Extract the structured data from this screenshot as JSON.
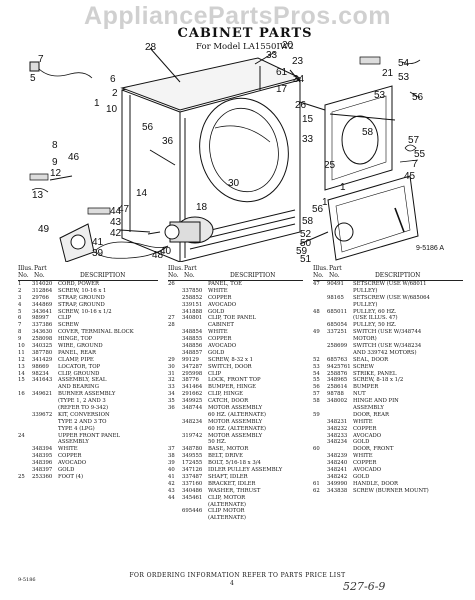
{
  "watermark": "AppliancePartsPros.com",
  "title": "CABINET PARTS",
  "subtitle": "For Model LA1550IW2",
  "diagram": {
    "callouts": [
      "28",
      "20",
      "33",
      "23",
      "7",
      "61",
      "5",
      "17",
      "54",
      "21",
      "34",
      "53",
      "53",
      "6",
      "56",
      "1",
      "2",
      "10",
      "26",
      "15",
      "36",
      "58",
      "33",
      "57",
      "8",
      "55",
      "9",
      "12",
      "7",
      "45",
      "13",
      "25",
      "44",
      "43",
      "42",
      "30",
      "14",
      "18",
      "47",
      "1",
      "1",
      "49",
      "56",
      "58",
      "59",
      "52",
      "50",
      "51",
      "41",
      "39",
      "48",
      "46",
      "40",
      "56"
    ],
    "ref": "9-5186 A"
  },
  "parts_table": {
    "headers": {
      "illus": "Illus.",
      "no": "No.",
      "part": "Part",
      "part_no": "No.",
      "description": "DESCRIPTION"
    },
    "columns": [
      [
        {
          "no": "1",
          "pn": "314020",
          "desc": "CORD, POWER"
        },
        {
          "no": "2",
          "pn": "312864",
          "desc": "SCREW, 10-16 x 1"
        },
        {
          "no": "3",
          "pn": "29766",
          "desc": "STRAP, GROUND"
        },
        {
          "no": "4",
          "pn": "344869",
          "desc": "STRAP, GROUND"
        },
        {
          "no": "5",
          "pn": "343641",
          "desc": "SCREW, 10-16 x 1/2"
        },
        {
          "no": "6",
          "pn": "98997",
          "desc": "CLIP"
        },
        {
          "no": "7",
          "pn": "337386",
          "desc": "SCREW"
        },
        {
          "no": "8",
          "pn": "343630",
          "desc": "COVER, TERMINAL BLOCK"
        },
        {
          "no": "9",
          "pn": "258098",
          "desc": "HINGE, TOP"
        },
        {
          "no": "10",
          "pn": "340325",
          "desc": "WIRE, GROUND"
        },
        {
          "no": "11",
          "pn": "387780",
          "desc": "PANEL, REAR"
        },
        {
          "no": "12",
          "pn": "341429",
          "desc": "CLAMP, PIPE"
        },
        {
          "no": "13",
          "pn": "98669",
          "desc": "LOCATOR, TOP"
        },
        {
          "no": "14",
          "pn": "98234",
          "desc": "CLIP, GROUND"
        },
        {
          "no": "15",
          "pn": "341643",
          "desc": "ASSEMBLY, SEAL"
        },
        {
          "no": "",
          "pn": "",
          "desc": "AND BEARING"
        },
        {
          "no": "16",
          "pn": "349621",
          "desc": "BURNER ASSEMBLY"
        },
        {
          "no": "",
          "pn": "",
          "desc": "(TYPE 1, 2 AND 3"
        },
        {
          "no": "",
          "pn": "",
          "desc": "(REFER TO 9-342)"
        },
        {
          "no": "",
          "pn": "339672",
          "desc": "KIT, CONVERSION"
        },
        {
          "no": "",
          "pn": "",
          "desc": "TYPE 2 AND 3 TO"
        },
        {
          "no": "",
          "pn": "",
          "desc": "TYPE 4 (LPG)"
        },
        {
          "no": "24",
          "pn": "",
          "desc": "UPPER FRONT PANEL"
        },
        {
          "no": "",
          "pn": "",
          "desc": "ASSEMBLY"
        },
        {
          "no": "",
          "pn": "348394",
          "desc": "WHITE"
        },
        {
          "no": "",
          "pn": "348395",
          "desc": "COPPER"
        },
        {
          "no": "",
          "pn": "348396",
          "desc": "AVOCADO"
        },
        {
          "no": "",
          "pn": "348397",
          "desc": "GOLD"
        },
        {
          "no": "25",
          "pn": "253360",
          "desc": "FOOT (4)"
        }
      ],
      [
        {
          "no": "26",
          "pn": "",
          "desc": "PANEL, TOE"
        },
        {
          "no": "",
          "pn": "337850",
          "desc": "WHITE"
        },
        {
          "no": "",
          "pn": "258852",
          "desc": "COPPER"
        },
        {
          "no": "",
          "pn": "339151",
          "desc": "AVOCADO"
        },
        {
          "no": "",
          "pn": "341888",
          "desc": "GOLD"
        },
        {
          "no": "27",
          "pn": "340801",
          "desc": "CLIP, TOE PANEL"
        },
        {
          "no": "28",
          "pn": "",
          "desc": "CABINET"
        },
        {
          "no": "",
          "pn": "348854",
          "desc": "WHITE"
        },
        {
          "no": "",
          "pn": "348855",
          "desc": "COPPER"
        },
        {
          "no": "",
          "pn": "348856",
          "desc": "AVOCADO"
        },
        {
          "no": "",
          "pn": "348857",
          "desc": "GOLD"
        },
        {
          "no": "29",
          "pn": "99129",
          "desc": "SCREW, 8-32 x 1"
        },
        {
          "no": "30",
          "pn": "347287",
          "desc": "SWITCH, DOOR"
        },
        {
          "no": "31",
          "pn": "295998",
          "desc": "CLIP"
        },
        {
          "no": "32",
          "pn": "38776",
          "desc": "LOCK, FRONT TOP"
        },
        {
          "no": "33",
          "pn": "341464",
          "desc": "BUMPER, HINGE"
        },
        {
          "no": "34",
          "pn": "291662",
          "desc": "CLIP, HINGE"
        },
        {
          "no": "35",
          "pn": "349925",
          "desc": "CATCH, DOOR"
        },
        {
          "no": "36",
          "pn": "348744",
          "desc": "MOTOR ASSEMBLY"
        },
        {
          "no": "",
          "pn": "",
          "desc": "60 HZ. (ALTERNATE)"
        },
        {
          "no": "",
          "pn": "348234",
          "desc": "MOTOR ASSEMBLY"
        },
        {
          "no": "",
          "pn": "",
          "desc": "60 HZ. (ALTERNATE)"
        },
        {
          "no": "",
          "pn": "319742",
          "desc": "MOTOR ASSEMBLY"
        },
        {
          "no": "",
          "pn": "",
          "desc": "50 HZ."
        },
        {
          "no": "37",
          "pn": "348780",
          "desc": "BASE, MOTOR"
        },
        {
          "no": "38",
          "pn": "349555",
          "desc": "BELT, DRIVE"
        },
        {
          "no": "39",
          "pn": "172455",
          "desc": "BOLT, 5/16-18 x 3/4"
        },
        {
          "no": "40",
          "pn": "347126",
          "desc": "IDLER PULLEY ASSEMBLY"
        },
        {
          "no": "41",
          "pn": "337487",
          "desc": "SHAFT, IDLER"
        },
        {
          "no": "42",
          "pn": "337160",
          "desc": "BRACKET, IDLER"
        },
        {
          "no": "43",
          "pn": "340486",
          "desc": "WASHER, THRUST"
        },
        {
          "no": "44",
          "pn": "345461",
          "desc": "CLIP, MOTOR"
        },
        {
          "no": "",
          "pn": "",
          "desc": "(ALTERNATE)"
        },
        {
          "no": "",
          "pn": "695446",
          "desc": "CLIP MOTOR"
        },
        {
          "no": "",
          "pn": "",
          "desc": "(ALTERNATE)"
        }
      ],
      [
        {
          "no": "47",
          "pn": "90491",
          "desc": "SETSCREW (USE W/68011"
        },
        {
          "no": "",
          "pn": "",
          "desc": "PULLEY)"
        },
        {
          "no": "",
          "pn": "98165",
          "desc": "SETSCREW (USE W/685064"
        },
        {
          "no": "",
          "pn": "",
          "desc": "PULLEY)"
        },
        {
          "no": "48",
          "pn": "685011",
          "desc": "PULLEY, 60 HZ."
        },
        {
          "no": "",
          "pn": "",
          "desc": "(USE ILLUS. 47)"
        },
        {
          "no": "",
          "pn": "685054",
          "desc": "PULLEY, 50 HZ."
        },
        {
          "no": "49",
          "pn": "337251",
          "desc": "SWITCH (USE W/348744"
        },
        {
          "no": "",
          "pn": "",
          "desc": "MOTOR)"
        },
        {
          "no": "",
          "pn": "258699",
          "desc": "SWITCH (USE W/348234"
        },
        {
          "no": "",
          "pn": "",
          "desc": "AND 339742 MOTORS)"
        },
        {
          "no": "52",
          "pn": "685763",
          "desc": "SEAL, DOOR"
        },
        {
          "no": "53",
          "pn": "9425761",
          "desc": "SCREW"
        },
        {
          "no": "54",
          "pn": "258876",
          "desc": "STRIKE, PANEL"
        },
        {
          "no": "55",
          "pn": "348965",
          "desc": "SCREW, 8-18 x 1/2"
        },
        {
          "no": "56",
          "pn": "258614",
          "desc": "BUMPER"
        },
        {
          "no": "57",
          "pn": "98788",
          "desc": "NUT"
        },
        {
          "no": "58",
          "pn": "348002",
          "desc": "HINGE AND PIN"
        },
        {
          "no": "",
          "pn": "",
          "desc": "ASSEMBLY"
        },
        {
          "no": "59",
          "pn": "",
          "desc": "DOOR, REAR"
        },
        {
          "no": "",
          "pn": "348231",
          "desc": "WHITE"
        },
        {
          "no": "",
          "pn": "348232",
          "desc": "COPPER"
        },
        {
          "no": "",
          "pn": "348233",
          "desc": "AVOCADO"
        },
        {
          "no": "",
          "pn": "348234",
          "desc": "GOLD"
        },
        {
          "no": "60",
          "pn": "",
          "desc": "DOOR, FRONT"
        },
        {
          "no": "",
          "pn": "348239",
          "desc": "WHITE"
        },
        {
          "no": "",
          "pn": "348240",
          "desc": "COPPER"
        },
        {
          "no": "",
          "pn": "348241",
          "desc": "AVOCADO"
        },
        {
          "no": "",
          "pn": "348242",
          "desc": "GOLD"
        },
        {
          "no": "61",
          "pn": "349990",
          "desc": "HANDLE, DOOR"
        },
        {
          "no": "62",
          "pn": "343838",
          "desc": "SCREW (BURNER MOUNT)"
        }
      ]
    ]
  },
  "footer": {
    "code": "9-5186",
    "order_info": "FOR ORDERING INFORMATION REFER TO PARTS PRICE LIST",
    "page": "4",
    "handwritten": "527-6-9"
  }
}
